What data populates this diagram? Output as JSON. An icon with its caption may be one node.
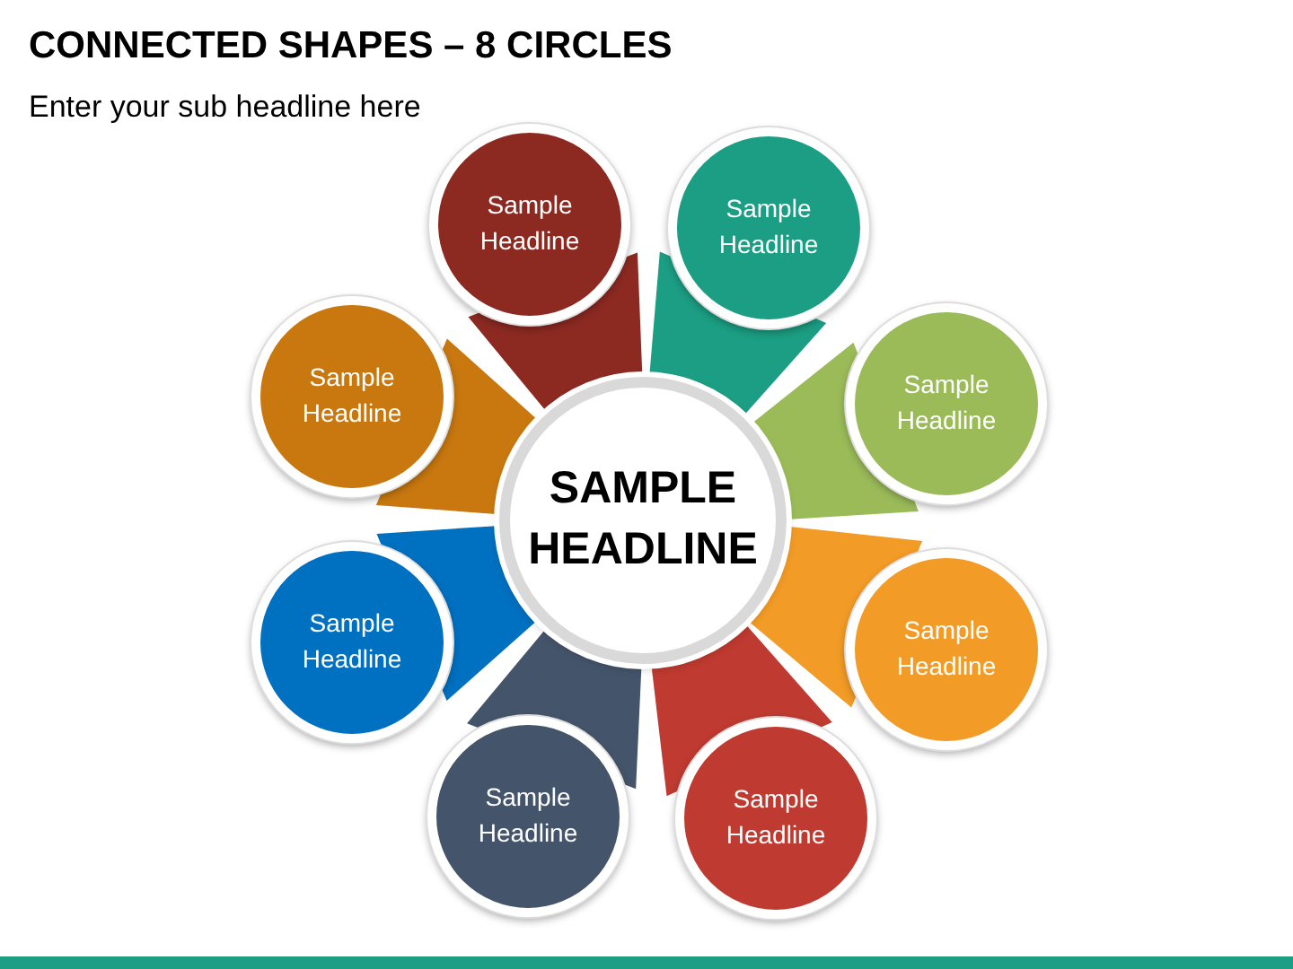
{
  "diagram": {
    "title": "CONNECTED SHAPES – 8 CIRCLES",
    "nodes": [
      {
        "text": [
          "SAMPLE HEADLINE"
        ]
      },
      {
        "text": [
          "Sample Headline"
        ]
      },
      {
        "text": [
          "Sample Headline"
        ]
      },
      {
        "text": [
          "Sample Headline"
        ]
      },
      {
        "text": [
          "Sample Headline"
        ]
      },
      {
        "text": [
          "Sample Headline"
        ]
      },
      {
        "text": [
          "Sample Headline"
        ]
      },
      {
        "text": [
          "Sample Headline"
        ]
      },
      {
        "text": [
          "Sample Headline"
        ]
      }
    ],
    "edges": [
      {
        "from": 0,
        "to": 1,
        "arrow": "none",
        "color": "#8c2a22"
      },
      {
        "from": 0,
        "to": 2,
        "arrow": "none",
        "color": "#1b9e83"
      },
      {
        "from": 0,
        "to": 3,
        "arrow": "none",
        "color": "#9bbb59"
      },
      {
        "from": 0,
        "to": 4,
        "arrow": "none",
        "color": "#f29b26"
      },
      {
        "from": 0,
        "to": 5,
        "arrow": "none",
        "color": "#bf3a30"
      },
      {
        "from": 0,
        "to": 6,
        "arrow": "none",
        "color": "#44546a"
      },
      {
        "from": 0,
        "to": 7,
        "arrow": "none",
        "color": "#0070c0"
      },
      {
        "from": 0,
        "to": 8,
        "arrow": "none",
        "color": "#c8780f"
      }
    ],
    "labels": [
      "Enter your sub headline here"
    ]
  }
}
